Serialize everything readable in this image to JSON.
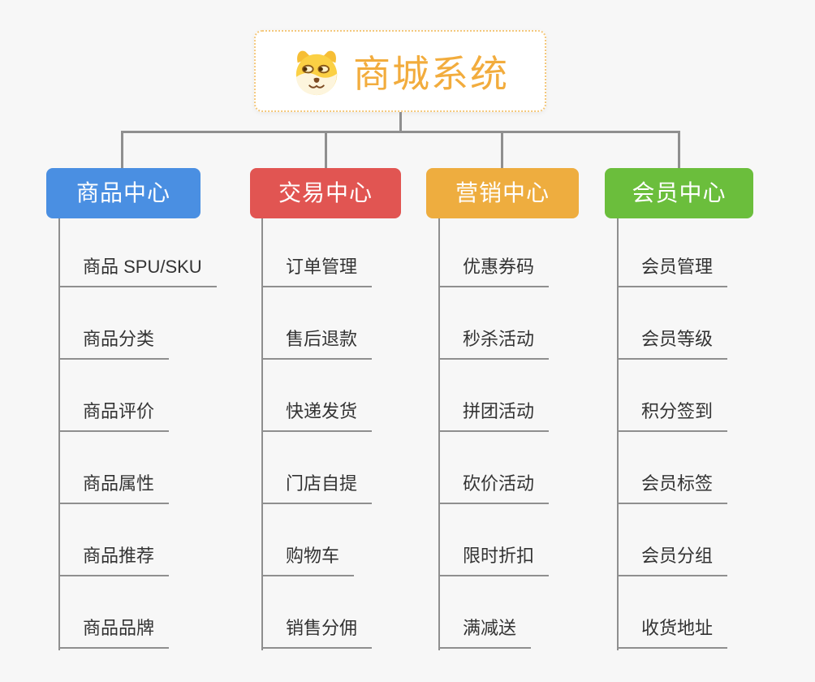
{
  "root": {
    "title": "商城系统",
    "icon": "dog-face-icon"
  },
  "branches": [
    {
      "label": "商品中心",
      "color": "#4a8fe2",
      "items": [
        "商品 SPU/SKU",
        "商品分类",
        "商品评价",
        "商品属性",
        "商品推荐",
        "商品品牌"
      ]
    },
    {
      "label": "交易中心",
      "color": "#e15552",
      "items": [
        "订单管理",
        "售后退款",
        "快递发货",
        "门店自提",
        "购物车",
        "销售分佣"
      ]
    },
    {
      "label": "营销中心",
      "color": "#eead3f",
      "items": [
        "优惠券码",
        "秒杀活动",
        "拼团活动",
        "砍价活动",
        "限时折扣",
        "满减送"
      ]
    },
    {
      "label": "会员中心",
      "color": "#6bbe3c",
      "items": [
        "会员管理",
        "会员等级",
        "积分签到",
        "会员标签",
        "会员分组",
        "收货地址"
      ]
    }
  ],
  "colors": {
    "background": "#f7f7f7",
    "connector": "#8f8f8f",
    "leaf_text": "#333333",
    "root_title": "#f2ac3d",
    "root_border": "#f4c87c"
  }
}
